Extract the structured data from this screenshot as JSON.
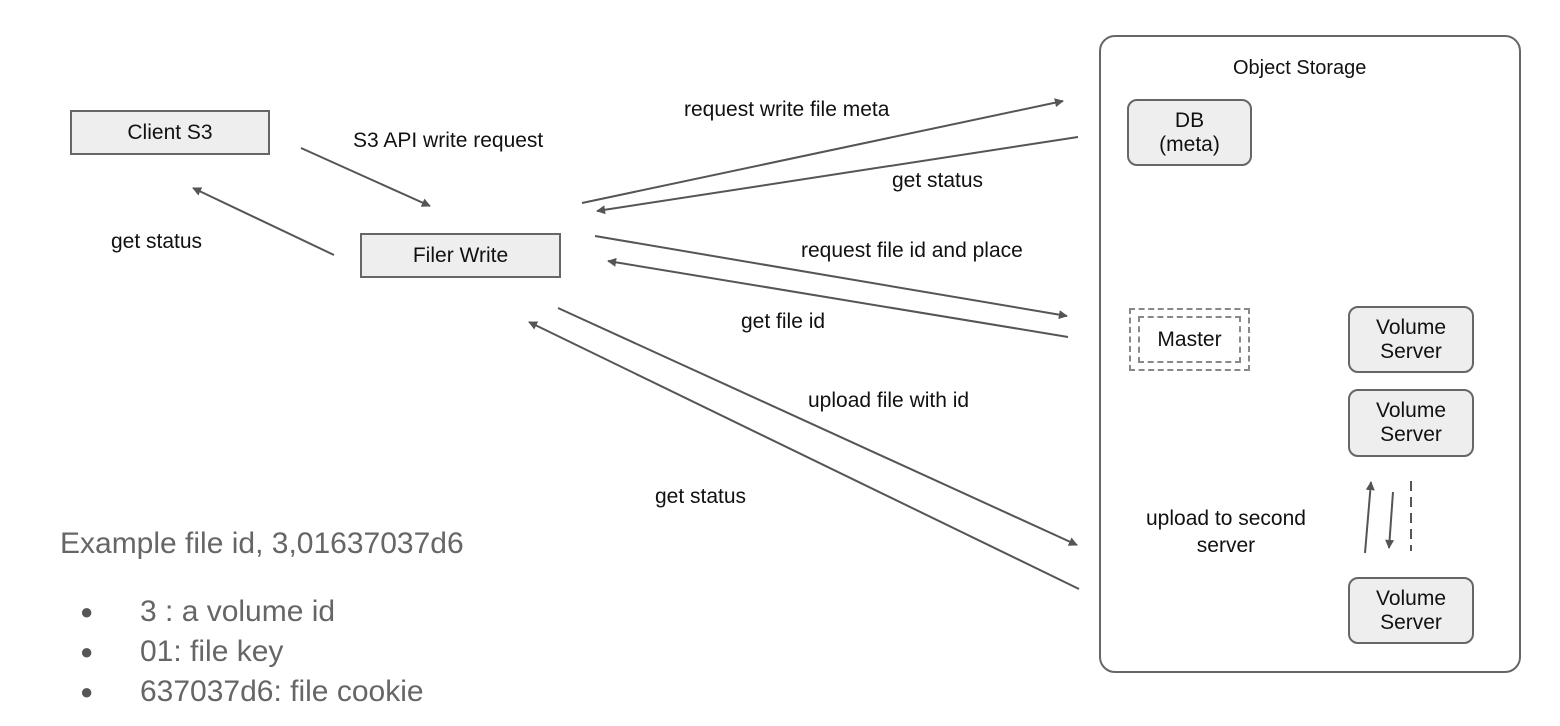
{
  "nodes": {
    "client": "Client S3",
    "filer": "Filer Write",
    "storage_title": "Object Storage",
    "db_line1": "DB",
    "db_line2": "(meta)",
    "master": "Master",
    "volume_line1": "Volume",
    "volume_line2": "Server"
  },
  "edges": {
    "s3_request": "S3 API write request",
    "client_get_status": "get status",
    "request_meta": "request write file meta",
    "meta_get_status": "get status",
    "request_file_id": "request file id and place",
    "get_file_id": "get file id",
    "upload": "upload file with id",
    "upload_get_status": "get status",
    "replicate_line1": "upload to second",
    "replicate_line2": "server"
  },
  "example": {
    "title": "Example file id, 3,01637037d6",
    "bullet": "●",
    "items": [
      "3 : a volume id",
      "01: file key",
      "637037d6: file cookie"
    ]
  },
  "colors": {
    "stroke": "#555555",
    "box_fill": "#eeeeee",
    "muted_text": "#666666"
  }
}
